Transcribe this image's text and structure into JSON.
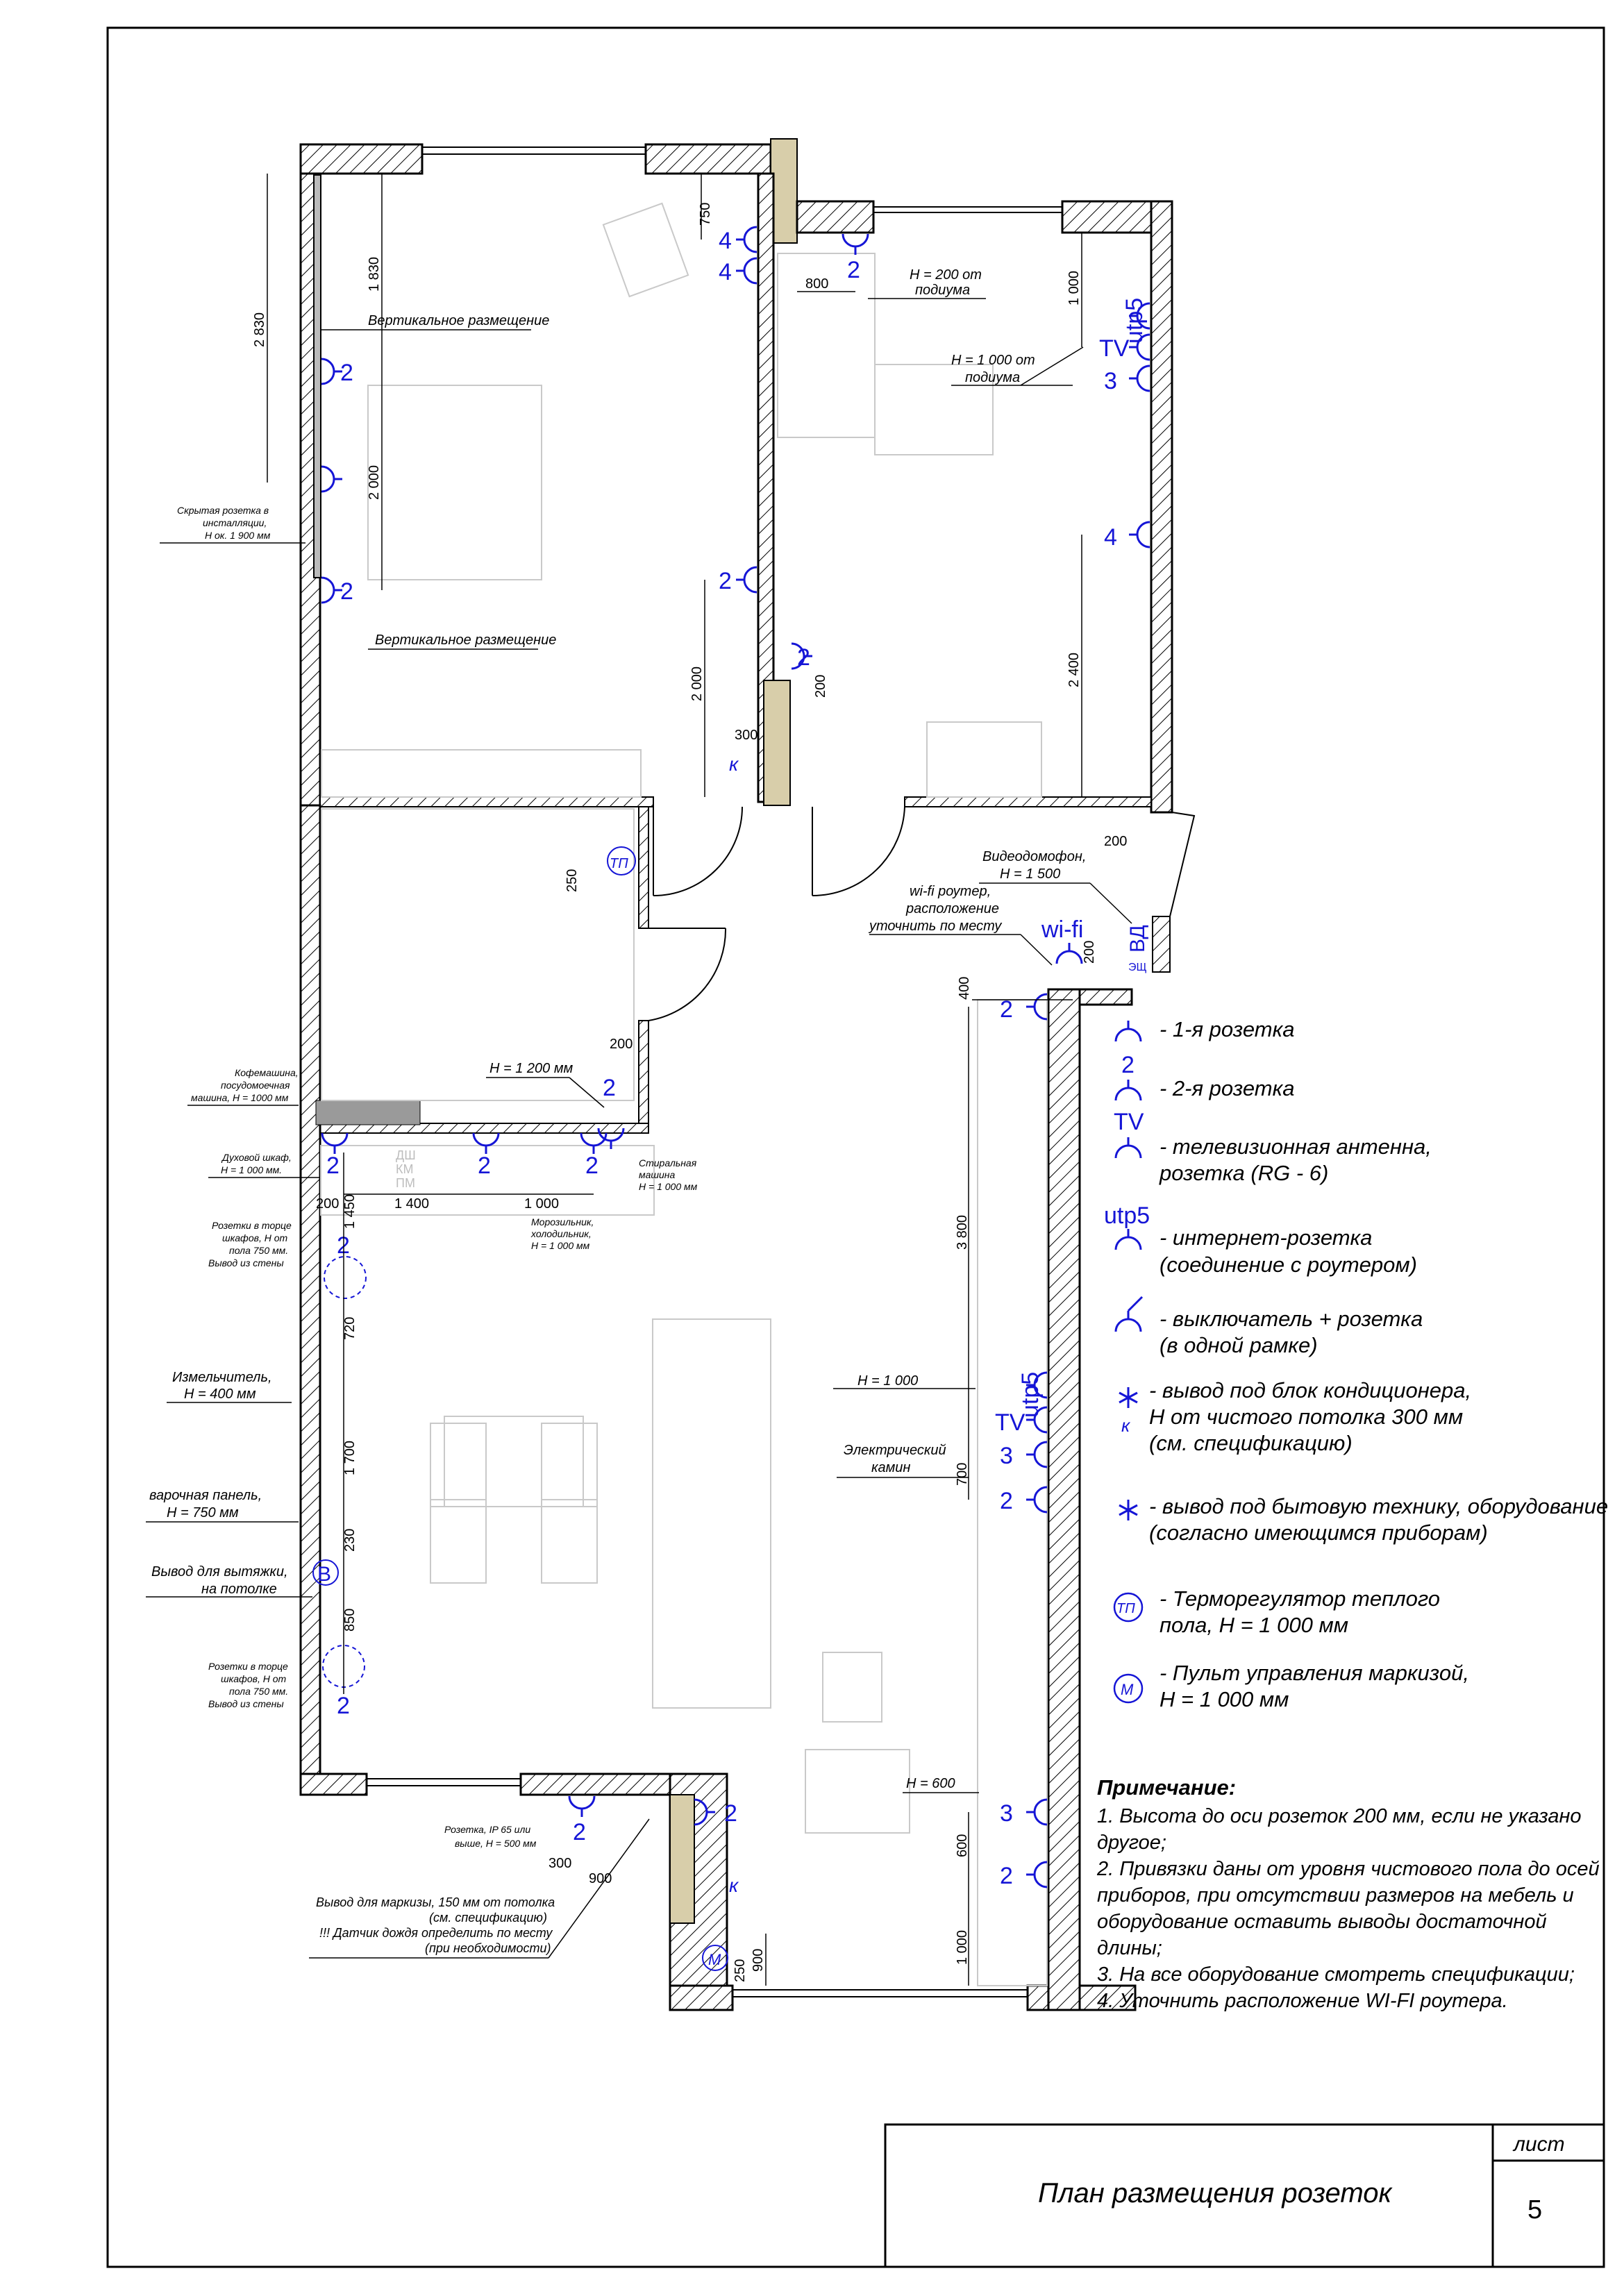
{
  "title_block": {
    "title": "План размещения розеток",
    "sheet_label": "лист",
    "sheet_number": "5"
  },
  "legend": [
    {
      "icon": "socket-1-icon",
      "symbol": "",
      "lines": [
        "- 1-я розетка"
      ]
    },
    {
      "icon": "socket-2-icon",
      "symbol": "2",
      "lines": [
        "- 2-я розетка"
      ]
    },
    {
      "icon": "tv-socket-icon",
      "symbol": "TV",
      "lines": [
        "- телевизионная антенна,",
        "розетка (RG - 6)"
      ]
    },
    {
      "icon": "internet-socket-icon",
      "symbol": "utp5",
      "lines": [
        "- интернет-розетка",
        "(соединение с роутером)"
      ]
    },
    {
      "icon": "switch-socket-icon",
      "symbol": "",
      "lines": [
        "- выключатель + розетка",
        "(в одной рамке)"
      ]
    },
    {
      "icon": "ac-outlet-icon",
      "symbol": "к",
      "lines": [
        "- вывод под блок кондиционера,",
        "Н от чистого потолка 300 мм",
        "(см. спецификацию)"
      ]
    },
    {
      "icon": "appliance-outlet-icon",
      "symbol": "",
      "lines": [
        "- вывод под бытовую технику, оборудование",
        "(согласно имеющимся приборам)"
      ]
    },
    {
      "icon": "thermostat-icon",
      "symbol": "ТП",
      "lines": [
        "- Терморегулятор теплого",
        "пола, Н = 1 000 мм"
      ]
    },
    {
      "icon": "awning-remote-icon",
      "symbol": "М",
      "lines": [
        "- Пульт управления маркизой,",
        "Н = 1 000 мм"
      ]
    }
  ],
  "notes": {
    "title": "Примечание:",
    "lines": [
      "1.  Высота до оси розеток 200 мм, если не указано",
      "другое;",
      "2. Привязки даны от уровня чистового пола до осей",
      "приборов, при отсутствии размеров на мебель и",
      "оборудование  оставить выводы достаточной",
      "длины;",
      "3. На все оборудование смотреть спецификации;",
      "4. Уточнить расположение WI-FI роутера."
    ]
  },
  "plan_labels": {
    "vertical_placement": "Вертикальное размещение",
    "hidden_socket": [
      "Скрытая розетка в",
      "инсталляции,",
      "Н ок. 1 900 мм"
    ],
    "h200_podium": [
      "Н = 200 от",
      "подиума"
    ],
    "h1000_podium": [
      "Н = 1 000 от",
      "подиума"
    ],
    "videophone": [
      "Видеодомофон,",
      "Н = 1 500"
    ],
    "wifi_router": [
      "wi-fi роутер,",
      "расположение",
      "уточнить по месту"
    ],
    "coffee_machine": [
      "Кофемашина,",
      "посудомоечная",
      "машина, Н = 1000 мм"
    ],
    "oven": [
      "Духовой шкаф,",
      "Н = 1 000 мм."
    ],
    "h1200": "Н = 1 200 мм",
    "washing_machine": [
      "Стиральная",
      "машина",
      "Н = 1 000 мм"
    ],
    "freezer": [
      "Морозильник,",
      "холодильник,",
      "Н = 1 000 мм"
    ],
    "cabinet_sockets": [
      "Розетки в торце",
      "шкафов, Н от",
      "пола 750 мм.",
      "Вывод из стены"
    ],
    "grinder": [
      "Измельчитель,",
      "Н = 400 мм"
    ],
    "hob": [
      "варочная панель,",
      "Н = 750 мм"
    ],
    "hood": [
      "Вывод для вытяжки,",
      "на потолке"
    ],
    "h1000": "Н = 1 000",
    "fireplace": [
      "Электрический",
      "камин"
    ],
    "h600": "Н = 600",
    "ip65": [
      "Розетка,  IP 65 или",
      "выше, Н = 500 мм"
    ],
    "awning_outlet": [
      "Вывод для маркизы, 150 мм от потолка",
      "(см. спецификацию)",
      "!!! Датчик дождя определить по месту",
      "(при необходимости)"
    ],
    "appliances": [
      "ДШ",
      "КМ",
      "ПМ"
    ],
    "sym_wifi": "wi-fi",
    "sym_vd": "ВД",
    "sym_esh": "ЭЩ",
    "sym_tv": "TV",
    "sym_utp5": "utp5",
    "sym_v": "В",
    "sym_k": "к",
    "sym_tp": "ТП",
    "sym_m": "М"
  },
  "dimensions": {
    "d750": "750",
    "d1830": "1 830",
    "d2830": "2 830",
    "d2000": "2 000",
    "d800": "800",
    "d1000": "1 000",
    "d2400": "2 400",
    "d300": "300",
    "d200": "200",
    "d250": "250",
    "d400": "400",
    "d1400": "1 400",
    "d1450": "1 450",
    "d720": "720",
    "d1700": "1 700",
    "d230": "230",
    "d850": "850",
    "d3800": "3 800",
    "d700": "700",
    "d600": "600",
    "d900": "900"
  },
  "socket_numbers": {
    "n2": "2",
    "n3": "3",
    "n4": "4"
  }
}
